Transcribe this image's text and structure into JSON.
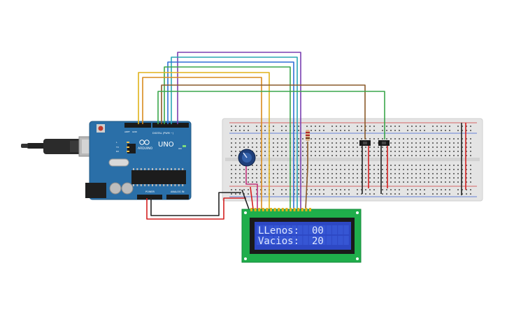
{
  "arduino": {
    "model_label": "UNO",
    "brand_label": "ARDUINO",
    "digital_label": "DIGITAL (PWM ~)",
    "power_label": "POWER",
    "analog_label": "ANALOG IN",
    "aref_label": "AREF",
    "gnd_label": "GND",
    "tx_label": "TX",
    "rx_label": "RX",
    "l_label": "L",
    "on_label": "ON"
  },
  "lcd": {
    "line1_label": "LLenos:",
    "line1_value": "00",
    "line2_label": "Vacios:",
    "line2_value": "20",
    "backlight_color": "#2d48c4",
    "pcb_color": "#1fae4b"
  },
  "colors": {
    "arduino_board": "#2a6fa8",
    "breadboard": "#e6e6e6",
    "wire_purple": "#7a3fb0",
    "wire_teal": "#2aa7b4",
    "wire_blue": "#2f6fd6",
    "wire_green": "#3aa64b",
    "wire_yellow": "#e0b21a",
    "wire_orange": "#d88a1d",
    "wire_brown": "#8a5a2a",
    "wire_red": "#d42020",
    "wire_black": "#222222",
    "wire_pink": "#c0307a"
  },
  "icons": [
    "usb-cable-icon",
    "potentiometer-icon",
    "resistor-icon",
    "pushbutton-icon"
  ]
}
